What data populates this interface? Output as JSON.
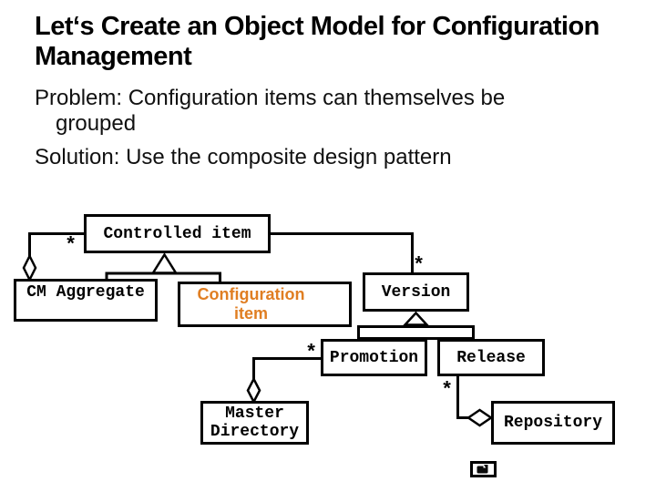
{
  "slide": {
    "title_lines": [
      "Let‘s Create an Object Model for Configuration",
      "Management"
    ],
    "problem_lines": [
      "Problem: Configuration items can themselves be",
      "grouped"
    ],
    "solution": "Solution: Use the composite design pattern"
  },
  "diagram": {
    "classes": {
      "controlled_item": "Controlled item",
      "cm_aggregate": "CM Aggregate",
      "configuration_item_lines": [
        "Configuration",
        "item"
      ],
      "version": "Version",
      "promotion": "Promotion",
      "release": "Release",
      "master_directory_lines": [
        "Master",
        "Directory"
      ],
      "repository": "Repository"
    },
    "multiplicity_star": "*",
    "colors": {
      "line": "#000000",
      "class_text": "#000000",
      "configuration_item_text": "#E07E22",
      "background": "#FFFFFF"
    }
  },
  "footer": {
    "action_icon": "return-action-icon"
  }
}
